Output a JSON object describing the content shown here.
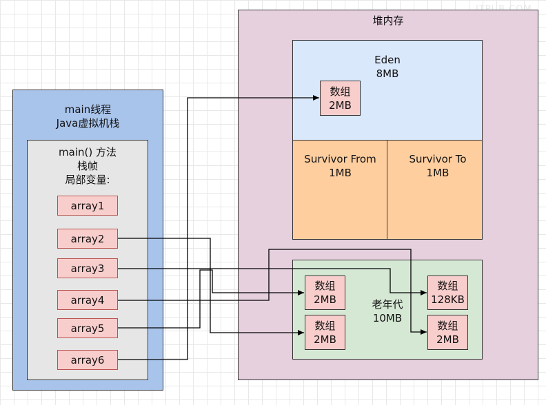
{
  "watermark": "ITPUB.COM",
  "heap": {
    "title": "堆内存"
  },
  "eden": {
    "title": "Eden",
    "size": "8MB"
  },
  "survivor_from": {
    "title": "Survivor From",
    "size": "1MB"
  },
  "survivor_to": {
    "title": "Survivor To",
    "size": "1MB"
  },
  "old_gen": {
    "title": "老年代",
    "size": "10MB"
  },
  "stack": {
    "title": "main线程",
    "subtitle": "Java虚拟机栈"
  },
  "frame": {
    "title": "main() 方法",
    "subtitle": "栈帧",
    "locals": "局部变量:"
  },
  "vars": [
    "array1",
    "array2",
    "array3",
    "array4",
    "array5",
    "array6"
  ],
  "objects": {
    "eden_obj": {
      "name": "数组",
      "size": "2MB"
    },
    "old_obj1": {
      "name": "数组",
      "size": "2MB"
    },
    "old_obj2": {
      "name": "数组",
      "size": "2MB"
    },
    "old_obj3": {
      "name": "数组",
      "size": "128KB"
    },
    "old_obj4": {
      "name": "数组",
      "size": "2MB"
    }
  },
  "colors": {
    "heap": "#e6d0de",
    "eden": "#dae8fc",
    "survivor": "#ffce9f",
    "old_gen": "#d5e8d4",
    "stack": "#a9c4eb",
    "frame": "#e6e6e6",
    "object": "#f8cecc"
  }
}
